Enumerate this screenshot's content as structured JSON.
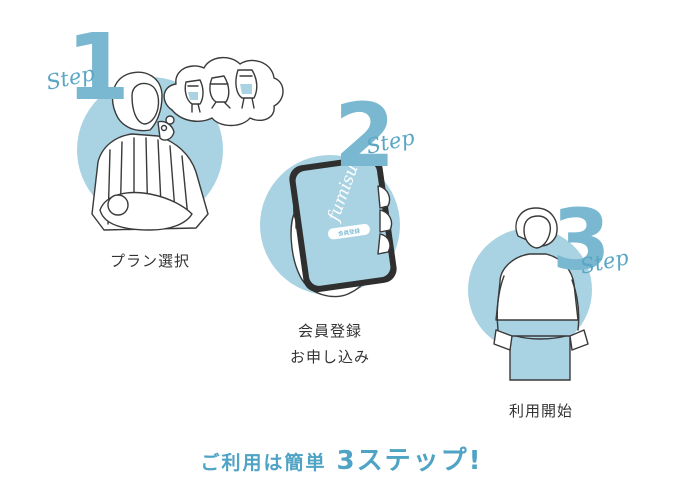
{
  "steps": [
    {
      "number": "1",
      "word": "Step",
      "label_lines": [
        "プラン選択"
      ]
    },
    {
      "number": "2",
      "word": "Step",
      "label_lines": [
        "会員登録",
        "お申し込み"
      ]
    },
    {
      "number": "3",
      "word": "Step",
      "label_lines": [
        "利用開始"
      ]
    }
  ],
  "phone": {
    "logo": "fumisuki",
    "button": "会員登録"
  },
  "headline": {
    "text": "ご利用は簡単",
    "emphasis": "3ステップ!"
  },
  "colors": {
    "circle": "#a9d3e3",
    "numeral": "#79b8d0",
    "accent": "#4fa3c4",
    "box": "#a9d3e3"
  }
}
